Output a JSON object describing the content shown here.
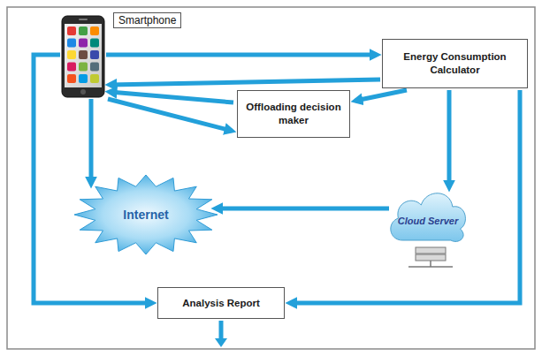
{
  "diagram": {
    "nodes": [
      {
        "text": [
          "Smartphone"
        ]
      },
      {
        "text": [
          "Energy Consumption Calculator"
        ]
      },
      {
        "text": [
          "Offloading decision maker"
        ]
      },
      {
        "text": [
          "Internet"
        ]
      },
      {
        "text": [
          "Cloud Server"
        ]
      },
      {
        "text": [
          "Analysis Report"
        ]
      }
    ],
    "edges": [
      {
        "from": 0,
        "to": 1,
        "arrow": "to"
      },
      {
        "from": 1,
        "to": 0,
        "arrow": "to"
      },
      {
        "from": 2,
        "to": 0,
        "arrow": "to"
      },
      {
        "from": 0,
        "to": 2,
        "arrow": "to"
      },
      {
        "from": 1,
        "to": 2,
        "arrow": "to"
      },
      {
        "from": 1,
        "to": 4,
        "arrow": "to"
      },
      {
        "from": 0,
        "to": 3,
        "arrow": "to"
      },
      {
        "from": 4,
        "to": 3,
        "arrow": "to"
      },
      {
        "from": 0,
        "to": 5,
        "arrow": "to"
      },
      {
        "from": 1,
        "to": 5,
        "arrow": "to"
      }
    ]
  }
}
